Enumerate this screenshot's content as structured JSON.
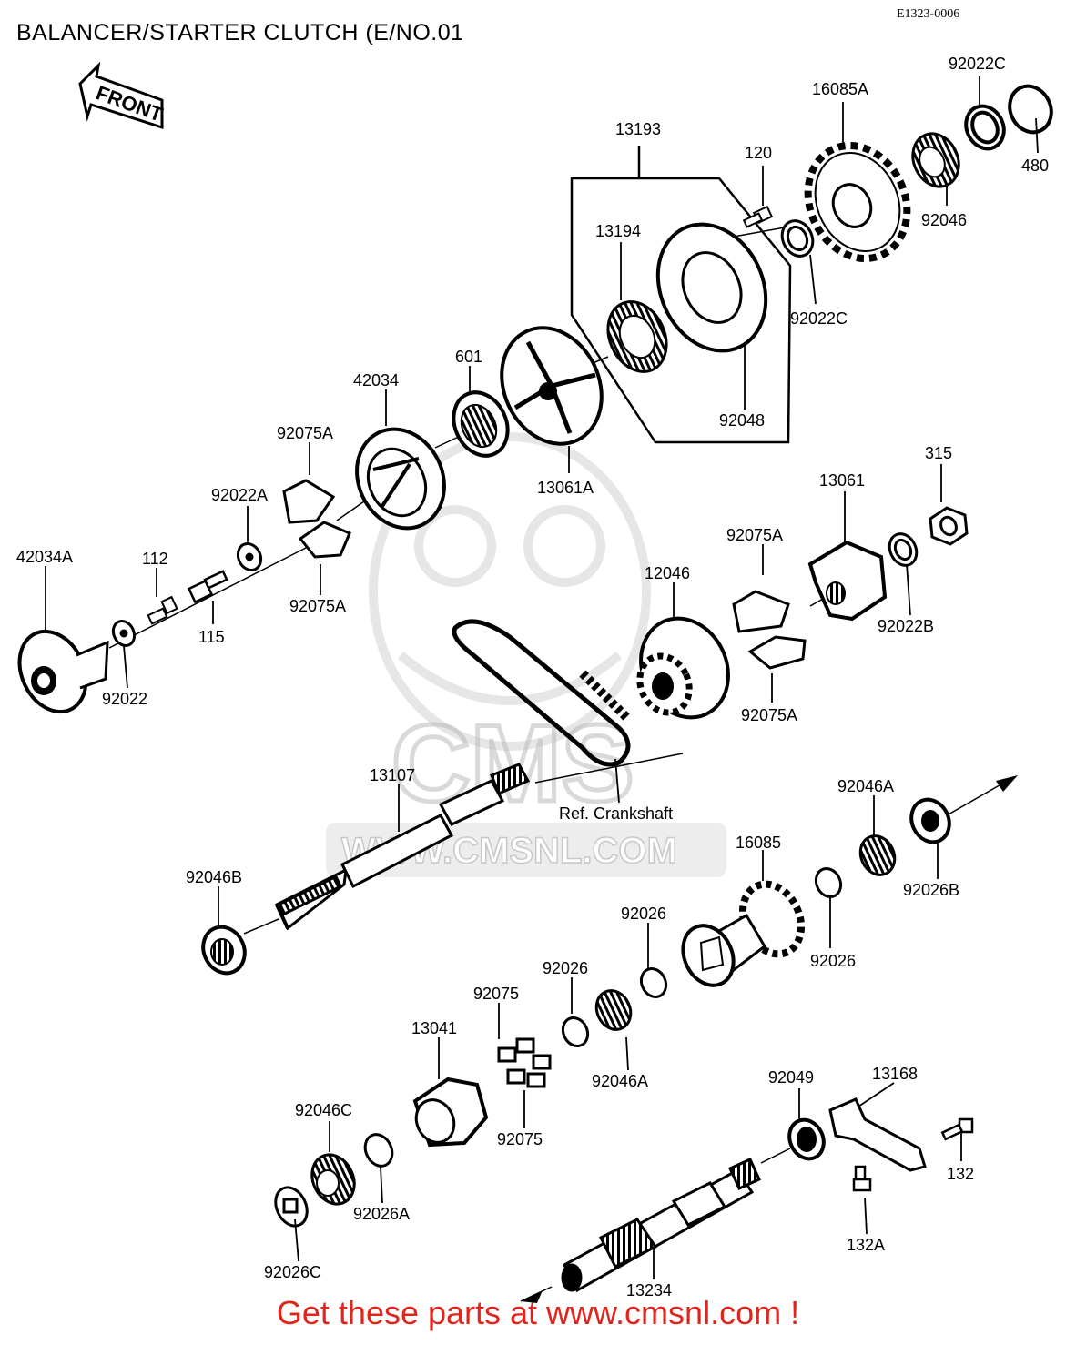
{
  "header": {
    "title": "BALANCER/STARTER CLUTCH (E/NO.01",
    "drawing_code": "E1323-0006"
  },
  "front_label": "FRONT",
  "reference_label": "Ref. Crankshaft",
  "watermark": {
    "brand": "CMS",
    "url": "WWW.CMSNL.COM"
  },
  "footer": "Get these parts at www.cmsnl.com !",
  "parts": [
    {
      "id": "p13193",
      "label": "13193"
    },
    {
      "id": "p92022C_a",
      "label": "92022C"
    },
    {
      "id": "p16085A",
      "label": "16085A"
    },
    {
      "id": "p120",
      "label": "120"
    },
    {
      "id": "p480",
      "label": "480"
    },
    {
      "id": "p13194",
      "label": "13194"
    },
    {
      "id": "p92046_a",
      "label": "92046"
    },
    {
      "id": "p92022C_b",
      "label": "92022C"
    },
    {
      "id": "p601",
      "label": "601"
    },
    {
      "id": "p42034",
      "label": "42034"
    },
    {
      "id": "p92048",
      "label": "92048"
    },
    {
      "id": "p92075A_a",
      "label": "92075A"
    },
    {
      "id": "p315",
      "label": "315"
    },
    {
      "id": "p13061A",
      "label": "13061A"
    },
    {
      "id": "p92022A",
      "label": "92022A"
    },
    {
      "id": "p13061",
      "label": "13061"
    },
    {
      "id": "p92075A_b",
      "label": "92075A"
    },
    {
      "id": "p42034A",
      "label": "42034A"
    },
    {
      "id": "p112",
      "label": "112"
    },
    {
      "id": "p12046",
      "label": "12046"
    },
    {
      "id": "p92075A_c",
      "label": "92075A"
    },
    {
      "id": "p92022B",
      "label": "92022B"
    },
    {
      "id": "p115",
      "label": "115"
    },
    {
      "id": "p92022",
      "label": "92022"
    },
    {
      "id": "p92075A_d",
      "label": "92075A"
    },
    {
      "id": "p13107",
      "label": "13107"
    },
    {
      "id": "p92046A_a",
      "label": "92046A"
    },
    {
      "id": "p16085",
      "label": "16085"
    },
    {
      "id": "p92046B",
      "label": "92046B"
    },
    {
      "id": "p92026B",
      "label": "92026B"
    },
    {
      "id": "p92026_a",
      "label": "92026"
    },
    {
      "id": "p92026_b",
      "label": "92026"
    },
    {
      "id": "p92026_c",
      "label": "92026"
    },
    {
      "id": "p92075_a",
      "label": "92075"
    },
    {
      "id": "p13041",
      "label": "13041"
    },
    {
      "id": "p92046A_b",
      "label": "92046A"
    },
    {
      "id": "p92049",
      "label": "92049"
    },
    {
      "id": "p13168",
      "label": "13168"
    },
    {
      "id": "p92046C",
      "label": "92046C"
    },
    {
      "id": "p92075_b",
      "label": "92075"
    },
    {
      "id": "p132",
      "label": "132"
    },
    {
      "id": "p92026A",
      "label": "92026A"
    },
    {
      "id": "p132A",
      "label": "132A"
    },
    {
      "id": "p92026C",
      "label": "92026C"
    },
    {
      "id": "p13234",
      "label": "13234"
    }
  ]
}
